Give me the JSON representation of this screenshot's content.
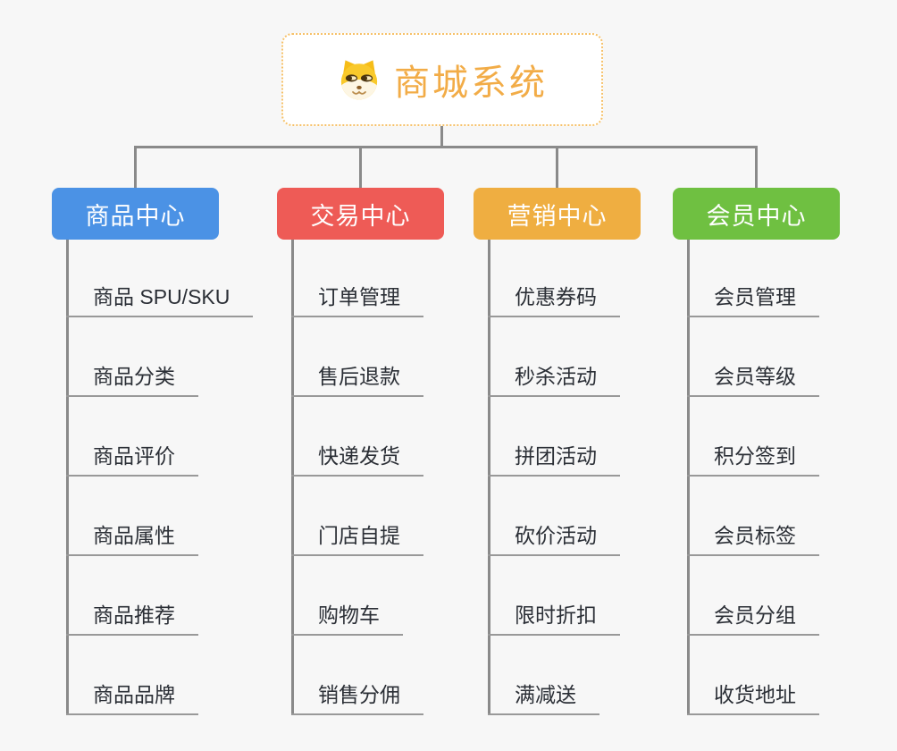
{
  "root": {
    "title": "商城系统",
    "icon": "doge-icon"
  },
  "branches": [
    {
      "label": "商品中心",
      "color": "#4b92e5",
      "children": [
        "商品 SPU/SKU",
        "商品分类",
        "商品评价",
        "商品属性",
        "商品推荐",
        "商品品牌"
      ]
    },
    {
      "label": "交易中心",
      "color": "#ee5b56",
      "children": [
        "订单管理",
        "售后退款",
        "快递发货",
        "门店自提",
        "购物车",
        "销售分佣"
      ]
    },
    {
      "label": "营销中心",
      "color": "#efae41",
      "children": [
        "优惠券码",
        "秒杀活动",
        "拼团活动",
        "砍价活动",
        "限时折扣",
        "满减送"
      ]
    },
    {
      "label": "会员中心",
      "color": "#6fc041",
      "children": [
        "会员管理",
        "会员等级",
        "积分签到",
        "会员标签",
        "会员分组",
        "收货地址"
      ]
    }
  ],
  "style_colors": {
    "background": "#f7f7f7",
    "connector": "#8a8a8a",
    "leaf_underline": "#999999",
    "leaf_text": "#2b2f36",
    "root_border": "#f6c169",
    "root_text": "#f2ac47"
  }
}
